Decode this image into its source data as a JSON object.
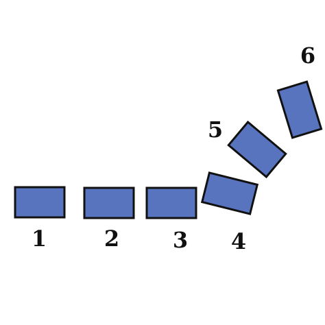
{
  "colors": {
    "fill": "#5874bf",
    "stroke": "#111111",
    "label": "#111111"
  },
  "blocks": [
    {
      "label": "1"
    },
    {
      "label": "2"
    },
    {
      "label": "3"
    },
    {
      "label": "4"
    },
    {
      "label": "5"
    },
    {
      "label": "6"
    }
  ]
}
